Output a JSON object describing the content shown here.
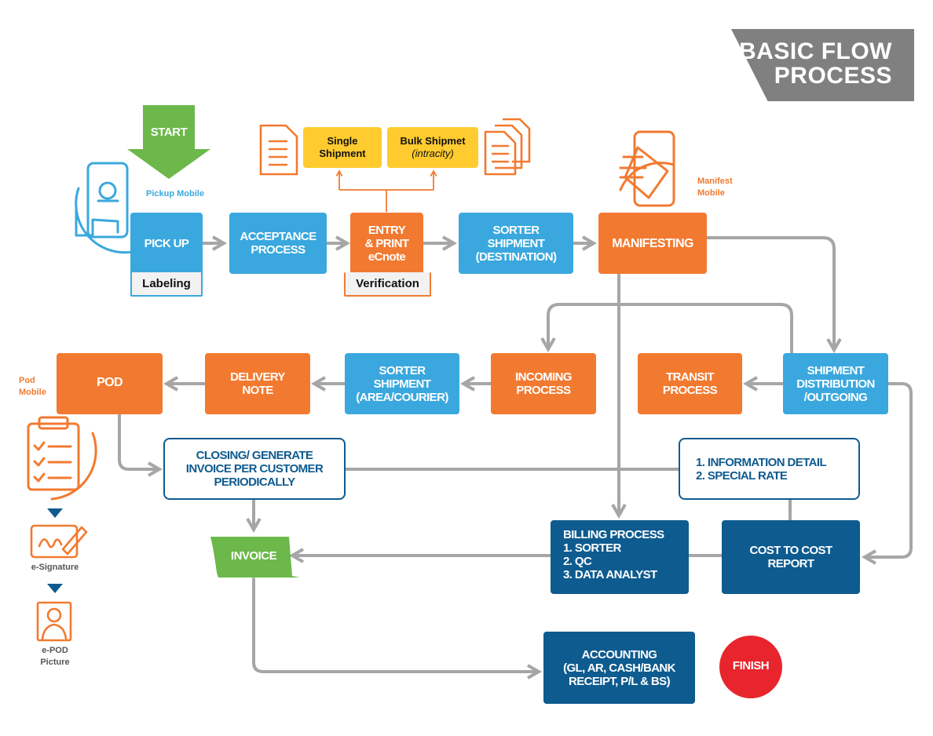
{
  "title": {
    "line1": "BASIC FLOW",
    "line2": "PROCESS"
  },
  "start_label": "START",
  "finish_label": "FINISH",
  "pickup_mobile": "Pickup Mobile",
  "manifest_mobile": {
    "line1": "Manifest",
    "line2": "Mobile"
  },
  "pod_mobile": {
    "line1": "Pod",
    "line2": "Mobile"
  },
  "e_signature": "e-Signature",
  "e_pod": {
    "line1": "e-POD",
    "line2": "Picture"
  },
  "single_shipment": "Single\nShipment",
  "bulk_shipment": {
    "main": "Bulk Shipmet",
    "sub": "(intracity)"
  },
  "nodes": {
    "pickup": "PICK UP",
    "labeling": "Labeling",
    "acceptance": "ACCEPTANCE\nPROCESS",
    "entry_print": "ENTRY\n& PRINT\neCnote",
    "verification": "Verification",
    "sorter_destination": "SORTER\nSHIPMENT\n(DESTINATION)",
    "manifesting": "MANIFESTING",
    "shipment_distribution": "SHIPMENT\nDISTRIBUTION\n/OUTGOING",
    "transit": "TRANSIT\nPROCESS",
    "incoming": "INCOMING\nPROCESS",
    "sorter_area": "SORTER\nSHIPMENT\n(AREA/COURIER)",
    "delivery_note": "DELIVERY\nNOTE",
    "pod": "POD",
    "closing": "CLOSING/ GENERATE\nINVOICE PER CUSTOMER\nPERIODICALLY",
    "info_detail": "1. INFORMATION DETAIL\n2. SPECIAL RATE",
    "invoice": "INVOICE",
    "billing": "BILLING PROCESS\n1.  SORTER\n2.  QC\n3. DATA ANALYST",
    "cost_report": "COST TO COST\nREPORT",
    "accounting": "ACCOUNTING\n(GL, AR, CASH/BANK\nRECEIPT, P/L & BS)"
  },
  "colors": {
    "blue": "#3aa8de",
    "orange": "#f27a30",
    "navy": "#0e5b8f",
    "yellow": "#ffcb2e",
    "green": "#6cb84a",
    "red": "#e8252c",
    "grey": "#808080",
    "connector": "#a6a6a6"
  }
}
